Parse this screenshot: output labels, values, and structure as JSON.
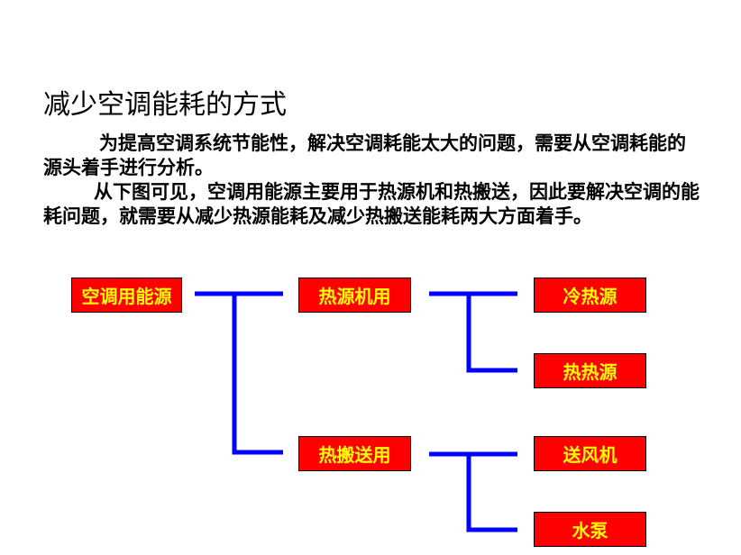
{
  "title": "减少空调能耗的方式",
  "paragraphs": [
    "为提高空调系统节能性，解决空调耗能太大的问题，需要从空调耗能的源头着手进行分析。",
    "从下图可见，空调用能源主要用于热源机和热搬送，因此要解决空调的能耗问题，就需要从减少热源能耗及减少热搬送能耗两大方面着手。"
  ],
  "diagram": {
    "root": "空调用能源",
    "branches": [
      {
        "label": "热源机用",
        "children": [
          "冷热源",
          "热热源"
        ]
      },
      {
        "label": "热搬送用",
        "children": [
          "送风机",
          "水泵"
        ]
      }
    ],
    "colors": {
      "node_fill": "#ff0000",
      "node_text": "#ffff00",
      "connector": "#0000ff"
    }
  }
}
